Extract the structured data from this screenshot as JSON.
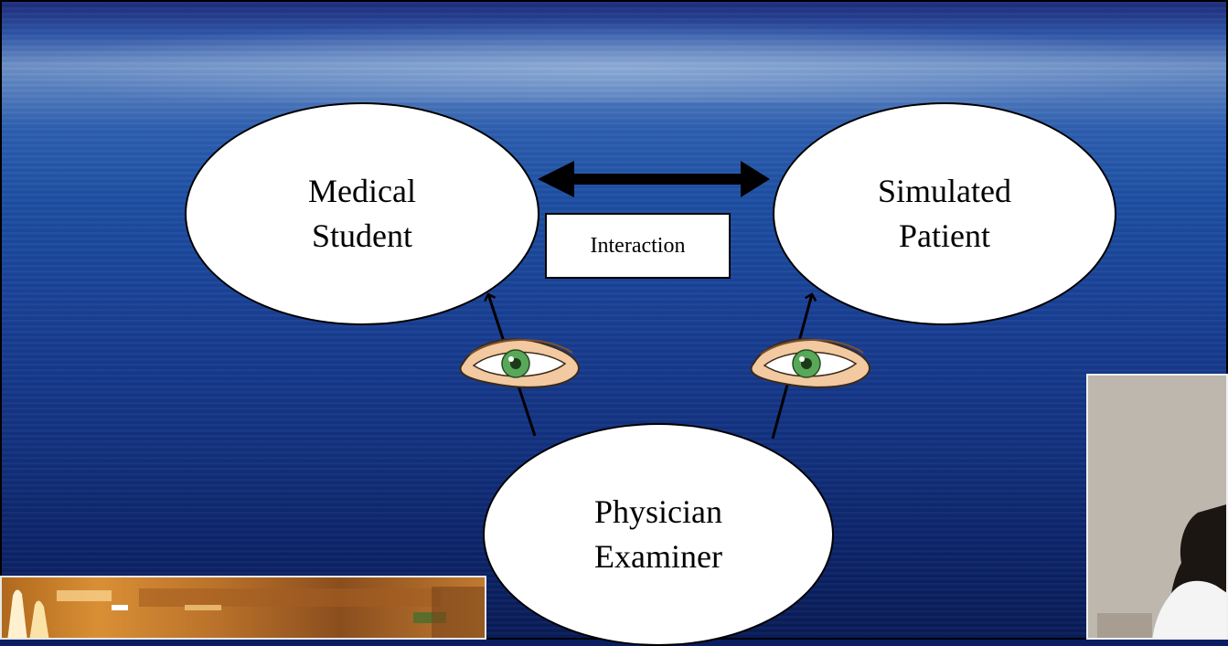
{
  "diagram": {
    "nodes": {
      "student": {
        "line1": "Medical",
        "line2": "Student"
      },
      "patient": {
        "line1": "Simulated",
        "line2": "Patient"
      },
      "examiner": {
        "line1": "Physician",
        "line2": "Examiner"
      }
    },
    "interaction_label": "Interaction",
    "edges": [
      {
        "from": "student",
        "to": "patient",
        "type": "bidirectional-thick"
      },
      {
        "from": "examiner",
        "to": "student",
        "type": "observation",
        "icon": "eye-icon"
      },
      {
        "from": "examiner",
        "to": "patient",
        "type": "observation",
        "icon": "eye-icon"
      }
    ]
  },
  "photos": [
    {
      "name": "exam-room-photo",
      "description_icon": "photo"
    },
    {
      "name": "examiner-photo",
      "description_icon": "photo"
    }
  ],
  "colors": {
    "node_fill": "#ffffff",
    "outline": "#000000",
    "eye_skin": "#f2c9a0",
    "eye_iris": "#58a85a"
  }
}
